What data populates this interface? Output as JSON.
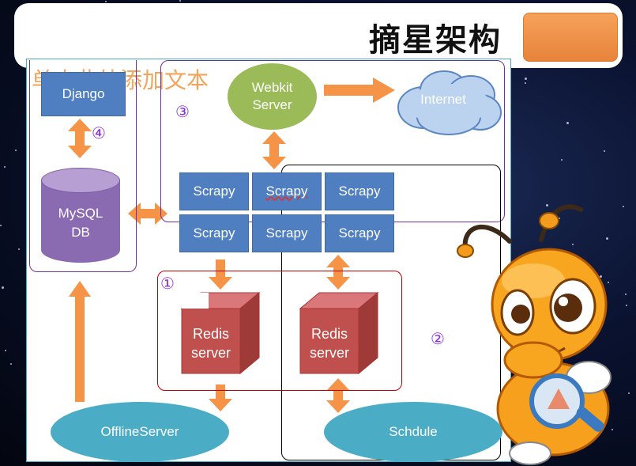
{
  "title": "摘星架构",
  "placeholder": "单击此处添加文本",
  "markers": {
    "one": "①",
    "two": "②",
    "three": "③",
    "four": "④"
  },
  "nodes": {
    "django": "Django",
    "mysql": [
      "MySQL",
      "DB"
    ],
    "webkit": [
      "Webkit",
      "Server"
    ],
    "internet": "Internet",
    "scrapy": [
      "Scrapy",
      "Scrapy",
      "Scrapy",
      "Scrapy",
      "Scrapy",
      "Scrapy"
    ],
    "redis1": [
      "Redis",
      "server"
    ],
    "redis2": [
      "Redis",
      "server"
    ],
    "offline": "OfflineServer",
    "schedule": "Schdule"
  },
  "colors": {
    "arrow": "#f59446",
    "box": "#4f7fc1",
    "redis": "#c0504d",
    "ellipse": "#4bacc6",
    "webkit": "#9bbb59",
    "db": "#8a6ab0",
    "region_purple": "#7030a0",
    "region_red": "#c00000",
    "region_black": "#000000"
  }
}
